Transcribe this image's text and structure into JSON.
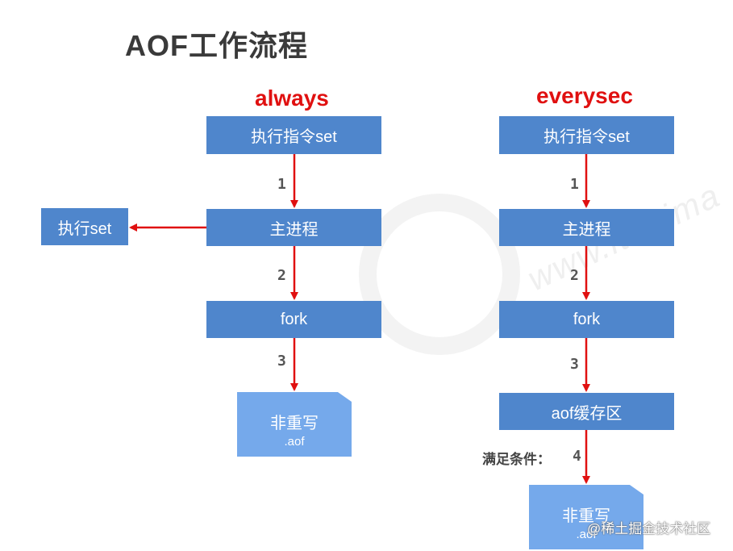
{
  "title": "AOF工作流程",
  "left": {
    "mode": "always",
    "boxes": [
      "执行指令set",
      "主进程",
      "fork"
    ],
    "side_box": "执行set",
    "steps": [
      "1",
      "2",
      "3"
    ],
    "file": {
      "name": "非重写",
      "ext": ".aof"
    }
  },
  "right": {
    "mode": "everysec",
    "boxes": [
      "执行指令set",
      "主进程",
      "fork",
      "aof缓存区"
    ],
    "steps": [
      "1",
      "2",
      "3",
      "4"
    ],
    "condition": "满足条件：",
    "file": {
      "name": "非重写",
      "ext": ".aof"
    }
  },
  "watermark": "www.itheima",
  "credit": "@稀土掘金技术社区",
  "colors": {
    "box": "#4f86cc",
    "file": "#75a9eb",
    "arrow": "#e01010",
    "mode": "#e01010"
  }
}
